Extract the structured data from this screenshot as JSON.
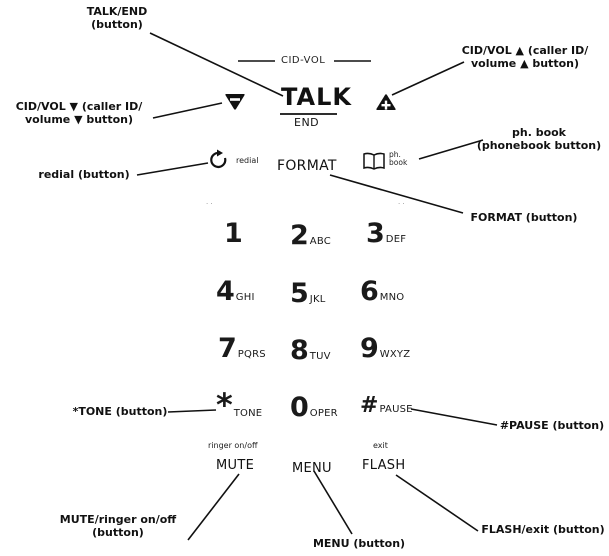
{
  "callouts": {
    "talk_end": [
      "TALK/END",
      "(button)"
    ],
    "cid_vol_up": [
      "CID/VOL ▲ (caller ID/",
      "volume ▲ button)"
    ],
    "cid_vol_down": [
      "CID/VOL ▼ (caller ID/",
      "volume ▼ button)"
    ],
    "phonebook": [
      "ph. book",
      "(phonebook button)"
    ],
    "redial": "redial (button)",
    "format": "FORMAT (button)",
    "tone": "*TONE (button)",
    "pause": "#PAUSE (button)",
    "mute": [
      "MUTE/ringer on/off",
      "(button)"
    ],
    "flash": "FLASH/exit (button)",
    "menu": "MENU (button)"
  },
  "keypad": {
    "cid_vol_label": "CID-VOL",
    "talk_label": "TALK",
    "end_label": "END",
    "redial_label": "redial",
    "format_label": "FORMAT",
    "phonebook_label": [
      "ph.",
      "book"
    ],
    "keys": [
      {
        "digit": "1",
        "letters": ""
      },
      {
        "digit": "2",
        "letters": "ABC"
      },
      {
        "digit": "3",
        "letters": "DEF"
      },
      {
        "digit": "4",
        "letters": "GHI"
      },
      {
        "digit": "5",
        "letters": "JKL"
      },
      {
        "digit": "6",
        "letters": "MNO"
      },
      {
        "digit": "7",
        "letters": "PQRS"
      },
      {
        "digit": "8",
        "letters": "TUV"
      },
      {
        "digit": "9",
        "letters": "WXYZ"
      },
      {
        "digit": "*",
        "letters": "TONE"
      },
      {
        "digit": "0",
        "letters": "OPER"
      },
      {
        "digit": "#",
        "letters": "PAUSE"
      }
    ],
    "ringer_label": "ringer on/off",
    "mute_label": "MUTE",
    "menu_label": "MENU",
    "exit_label": "exit",
    "flash_label": "FLASH"
  },
  "icons": {
    "vol_down": "volume-down-icon",
    "vol_up": "volume-up-icon",
    "redial": "redial-arrow-icon",
    "phonebook": "open-book-icon"
  }
}
